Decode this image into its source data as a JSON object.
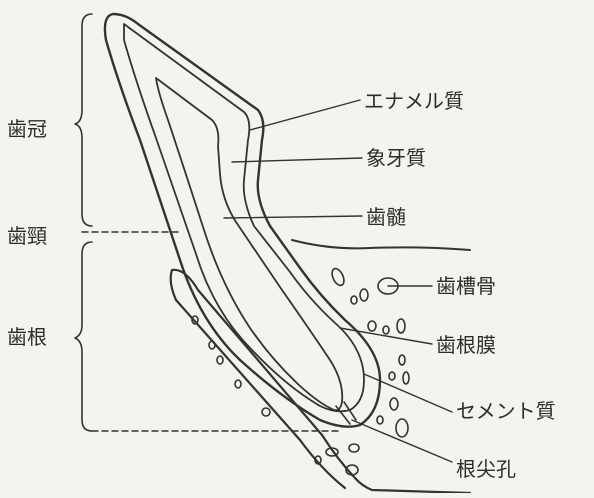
{
  "regions": {
    "crown": "歯冠",
    "neck": "歯頸",
    "root": "歯根"
  },
  "labels": {
    "enamel": "エナメル質",
    "dentin": "象牙質",
    "pulp": "歯髄",
    "alveolar_bone": "歯槽骨",
    "periodontal_ligament": "歯根膜",
    "cementum": "セメント質",
    "apical_foramen": "根尖孔"
  }
}
